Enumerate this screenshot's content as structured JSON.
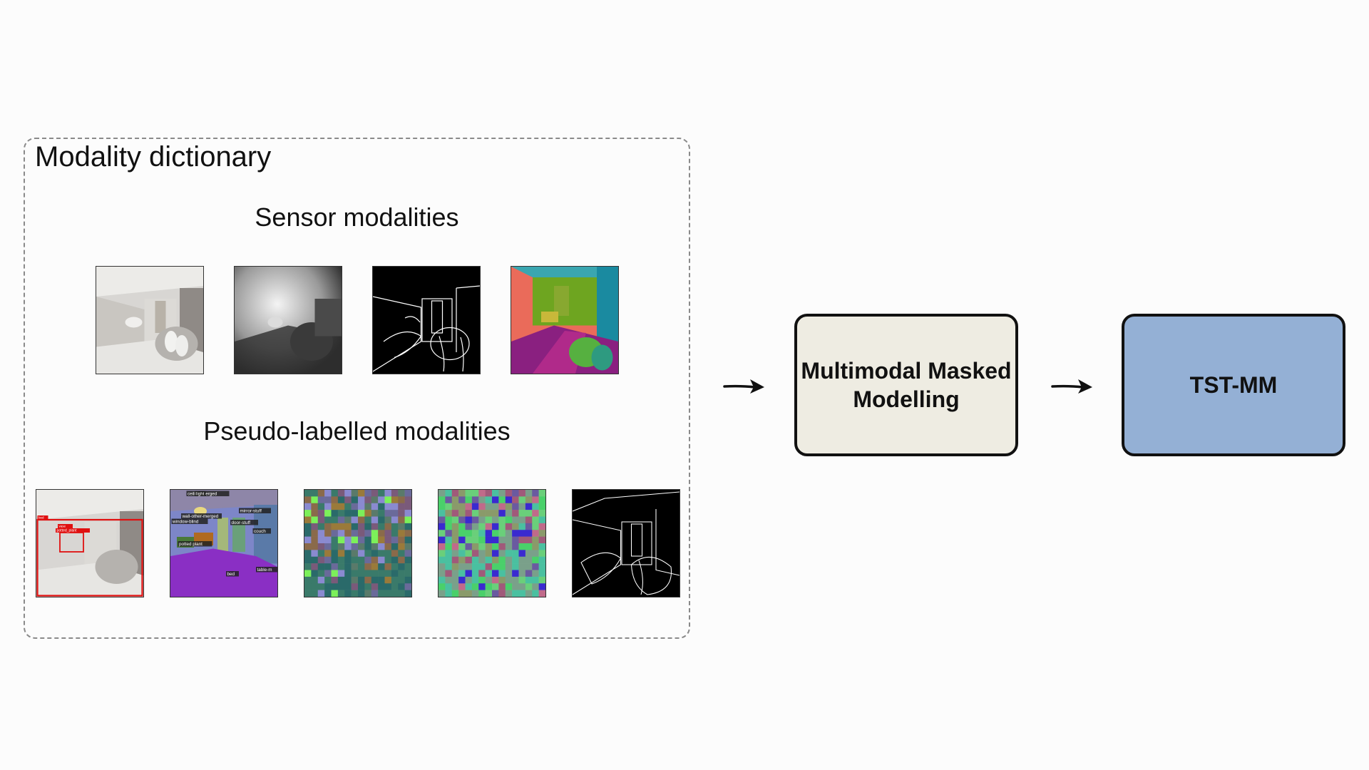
{
  "dictionary": {
    "title": "Modality dictionary",
    "sensor_title": "Sensor modalities",
    "pseudo_title": "Pseudo-labelled modalities",
    "sensor_thumbs": [
      {
        "icon": "rgb-image"
      },
      {
        "icon": "depth-map-image"
      },
      {
        "icon": "edge-map-image"
      },
      {
        "icon": "surface-normals-image"
      }
    ],
    "pseudo_thumbs": [
      {
        "icon": "detection-image"
      },
      {
        "icon": "semantic-segmentation-image"
      },
      {
        "icon": "feature-map-image-1"
      },
      {
        "icon": "feature-map-image-2"
      },
      {
        "icon": "sam-edges-image"
      }
    ],
    "seg_labels": {
      "ceiling": "ceiling-merged",
      "light": "light",
      "wall": "wall-other-merged",
      "window": "window-blind",
      "mirror": "mirror-stuff",
      "door": "door-stuff",
      "couch": "couch",
      "plant": "potted plant",
      "table": "table-m",
      "bed": "bed"
    },
    "det_labels": {
      "bed": "bed",
      "vase": "vase",
      "plant": "potted_plant"
    }
  },
  "process": {
    "mmm_label_line1": "Multimodal Masked",
    "mmm_label_line2": "Modelling",
    "mmm_color": "#eeece2",
    "output_label": "TST-MM",
    "output_color": "#94b0d5"
  }
}
